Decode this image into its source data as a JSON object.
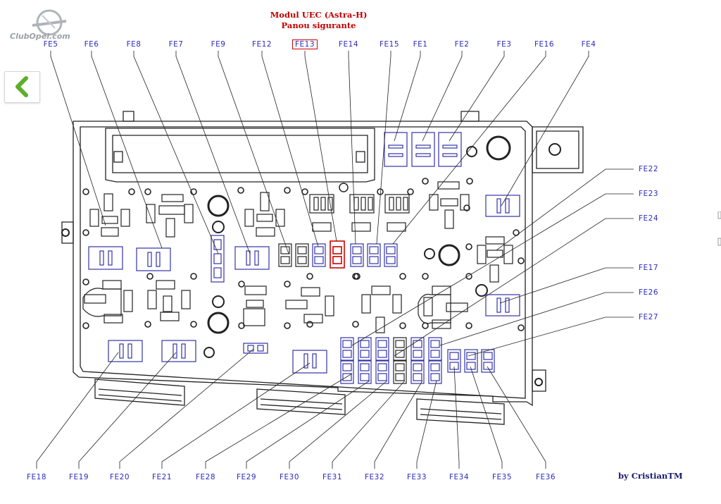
{
  "header": {
    "title": "Modul UEC (Astra-H)",
    "subtitle": "Panou sigurante"
  },
  "logo": {
    "text": "ClubOpel.com"
  },
  "nav": {
    "back_icon": "chevron-left-icon"
  },
  "colors": {
    "title": "#c00000",
    "labels": "#2b2bbd",
    "highlight": "#d00000",
    "fuse": "#3333aa",
    "outline": "#222222"
  },
  "highlighted_fuse": "FE13",
  "labels": {
    "top": [
      "FE5",
      "FE6",
      "FE8",
      "FE7",
      "FE9",
      "FE12",
      "FE13",
      "FE14",
      "FE15",
      "FE1",
      "FE2",
      "FE3",
      "FE16",
      "FE4"
    ],
    "right": [
      "FE22",
      "FE23",
      "FE24",
      "FE17",
      "FE26",
      "FE27"
    ],
    "bottom": [
      "FE18",
      "FE19",
      "FE20",
      "FE21",
      "FE28",
      "FE29",
      "FE30",
      "FE31",
      "FE32",
      "FE33",
      "FE34",
      "FE35",
      "FE36"
    ]
  },
  "author": "by CristianTM"
}
